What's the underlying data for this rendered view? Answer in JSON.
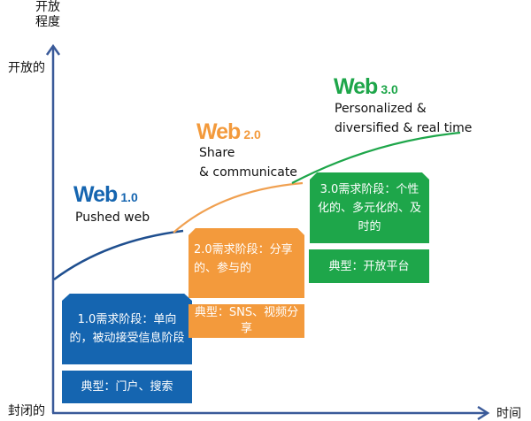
{
  "axes": {
    "y_title_line1": "开放",
    "y_title_line2": "程度",
    "y_top": "开放的",
    "y_bottom": "封闭的",
    "x_title": "时间"
  },
  "colors": {
    "web1": "#1565b0",
    "web2": "#f39a3c",
    "web3": "#1ea64a",
    "axis": "#3a5a99"
  },
  "stages": [
    {
      "web": "Web",
      "version": "1.0",
      "tagline": [
        "Pushed web"
      ],
      "need": "1.0需求阶段：单向的，被动接受信息阶段",
      "typical": "典型：门户、搜索"
    },
    {
      "web": "Web",
      "version": "2.0",
      "tagline": [
        "Share",
        "& communicate"
      ],
      "need": "2.0需求阶段：分享的、参与的",
      "typical": "典型：SNS、视频分享"
    },
    {
      "web": "Web",
      "version": "3.0",
      "tagline": [
        "Personalized &",
        "diversified & real time"
      ],
      "need": "3.0需求阶段：个性化的、多元化的、及时的",
      "typical": "典型：开放平台"
    }
  ]
}
